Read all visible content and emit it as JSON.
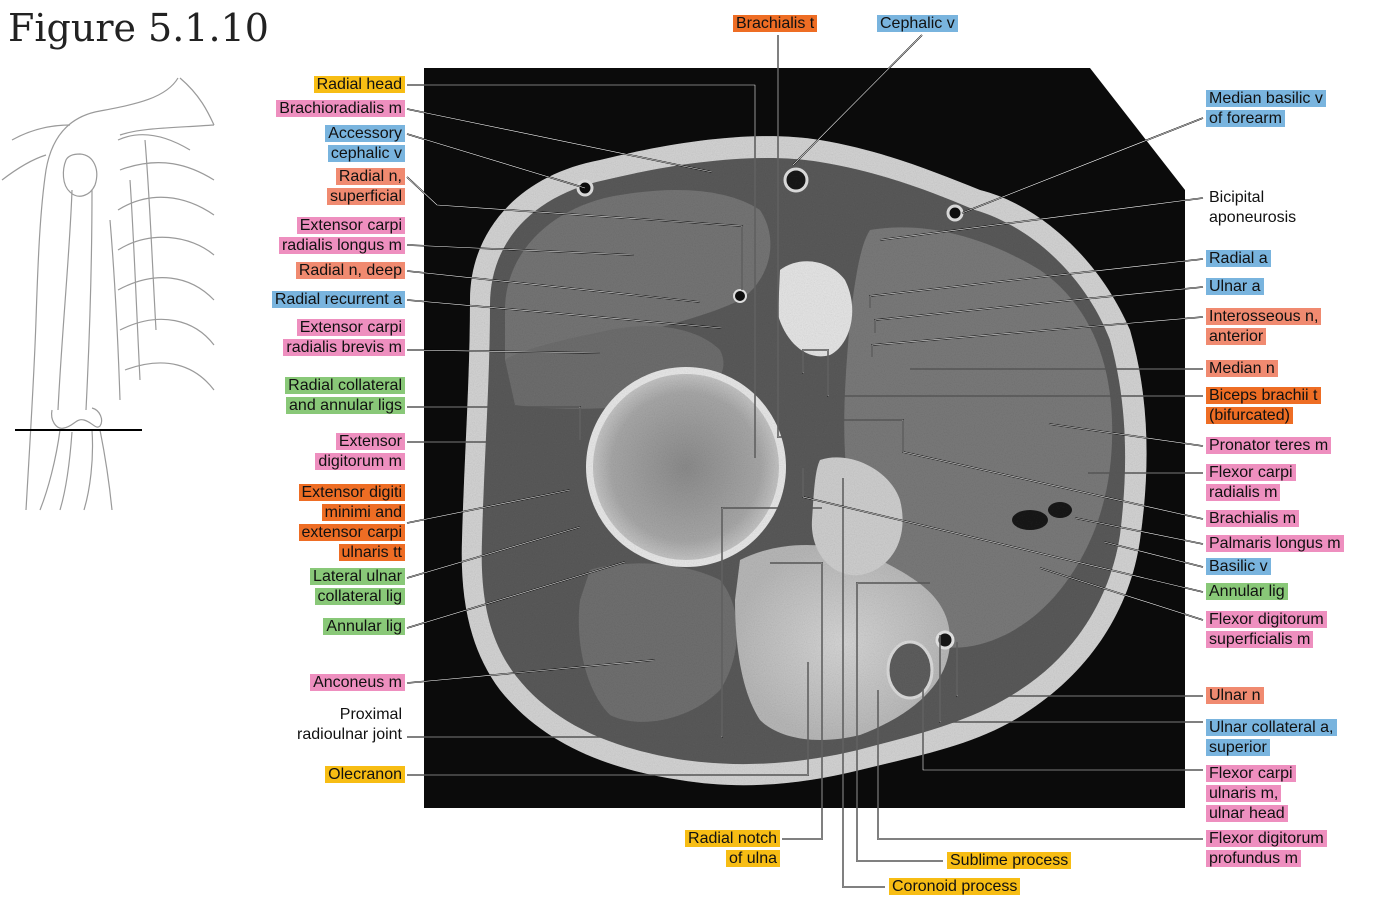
{
  "figure_title": "Figure 5.1.10",
  "colors": {
    "yellow": "#f7bd14",
    "pink": "#ee8fbf",
    "blue": "#79b4de",
    "salmon": "#f08a70",
    "green": "#89c878",
    "orange": "#ee6d24",
    "leader": "#000000"
  },
  "labels": [
    {
      "id": "radial-head",
      "lines": [
        "Radial head"
      ],
      "color": "yellow"
    },
    {
      "id": "brachioradialis-m",
      "lines": [
        "Brachioradialis m"
      ],
      "color": "pink"
    },
    {
      "id": "accessory-cephalic-v",
      "lines": [
        "Accessory",
        "cephalic v"
      ],
      "color": "blue"
    },
    {
      "id": "radial-n-superficial",
      "lines": [
        "Radial n,",
        "superficial"
      ],
      "color": "salmon"
    },
    {
      "id": "extensor-carpi-radialis-longus-m",
      "lines": [
        "Extensor carpi",
        "radialis longus m"
      ],
      "color": "pink"
    },
    {
      "id": "radial-n-deep",
      "lines": [
        "Radial n, deep"
      ],
      "color": "salmon"
    },
    {
      "id": "radial-recurrent-a",
      "lines": [
        "Radial recurrent a"
      ],
      "color": "blue"
    },
    {
      "id": "extensor-carpi-radialis-brevis-m",
      "lines": [
        "Extensor carpi",
        "radialis brevis m"
      ],
      "color": "pink"
    },
    {
      "id": "radial-collateral-and-annular-ligs",
      "lines": [
        "Radial collateral",
        "and annular ligs"
      ],
      "color": "green"
    },
    {
      "id": "extensor-digitorum-m",
      "lines": [
        "Extensor",
        "digitorum m"
      ],
      "color": "pink"
    },
    {
      "id": "extensor-digiti-minimi-and-extensor-carpi-ulnaris-tt",
      "lines": [
        "Extensor digiti",
        "minimi and",
        "extensor carpi",
        "ulnaris tt"
      ],
      "color": "orange"
    },
    {
      "id": "lateral-ulnar-collateral-lig",
      "lines": [
        "Lateral ulnar",
        "collateral lig"
      ],
      "color": "green"
    },
    {
      "id": "annular-lig-left",
      "lines": [
        "Annular lig"
      ],
      "color": "green"
    },
    {
      "id": "anconeus-m",
      "lines": [
        "Anconeus m"
      ],
      "color": "pink"
    },
    {
      "id": "proximal-radioulnar-joint",
      "lines": [
        "Proximal",
        "radioulnar joint"
      ],
      "color": "none"
    },
    {
      "id": "olecranon",
      "lines": [
        "Olecranon"
      ],
      "color": "yellow"
    },
    {
      "id": "brachialis-t",
      "lines": [
        "Brachialis t"
      ],
      "color": "orange"
    },
    {
      "id": "cephalic-v",
      "lines": [
        "Cephalic v"
      ],
      "color": "blue"
    },
    {
      "id": "radial-notch-of-ulna",
      "lines": [
        "Radial notch",
        "of ulna"
      ],
      "color": "yellow"
    },
    {
      "id": "sublime-process",
      "lines": [
        "Sublime process"
      ],
      "color": "yellow"
    },
    {
      "id": "coronoid-process",
      "lines": [
        "Coronoid process"
      ],
      "color": "yellow"
    },
    {
      "id": "median-basilic-v-of-forearm",
      "lines": [
        "Median basilic v",
        "of forearm"
      ],
      "color": "blue"
    },
    {
      "id": "bicipital-aponeurosis",
      "lines": [
        "Bicipital",
        "aponeurosis"
      ],
      "color": "none"
    },
    {
      "id": "radial-a",
      "lines": [
        "Radial a"
      ],
      "color": "blue"
    },
    {
      "id": "ulnar-a",
      "lines": [
        "Ulnar a"
      ],
      "color": "blue"
    },
    {
      "id": "interosseous-n-anterior",
      "lines": [
        "Interosseous n,",
        "anterior"
      ],
      "color": "salmon"
    },
    {
      "id": "median-n",
      "lines": [
        "Median n"
      ],
      "color": "salmon"
    },
    {
      "id": "biceps-brachii-t-bifurcated",
      "lines": [
        "Biceps brachii t",
        "(bifurcated)"
      ],
      "color": "orange"
    },
    {
      "id": "pronator-teres-m",
      "lines": [
        "Pronator teres m"
      ],
      "color": "pink"
    },
    {
      "id": "flexor-carpi-radialis-m",
      "lines": [
        "Flexor carpi",
        "radialis m"
      ],
      "color": "pink"
    },
    {
      "id": "brachialis-m",
      "lines": [
        "Brachialis m"
      ],
      "color": "pink"
    },
    {
      "id": "palmaris-longus-m",
      "lines": [
        "Palmaris longus m"
      ],
      "color": "pink"
    },
    {
      "id": "basilic-v",
      "lines": [
        "Basilic v"
      ],
      "color": "blue"
    },
    {
      "id": "annular-lig-right",
      "lines": [
        "Annular lig"
      ],
      "color": "green"
    },
    {
      "id": "flexor-digitorum-superficialis-m",
      "lines": [
        "Flexor digitorum",
        "superficialis m"
      ],
      "color": "pink"
    },
    {
      "id": "ulnar-n",
      "lines": [
        "Ulnar n"
      ],
      "color": "salmon"
    },
    {
      "id": "ulnar-collateral-a-superior",
      "lines": [
        "Ulnar collateral a,",
        "superior"
      ],
      "color": "blue"
    },
    {
      "id": "flexor-carpi-ulnaris-m-ulnar-head",
      "lines": [
        "Flexor carpi",
        "ulnaris m,",
        "ulnar head"
      ],
      "color": "pink"
    },
    {
      "id": "flexor-digitorum-profundus-m",
      "lines": [
        "Flexor digitorum",
        "profundus m"
      ],
      "color": "pink"
    }
  ]
}
